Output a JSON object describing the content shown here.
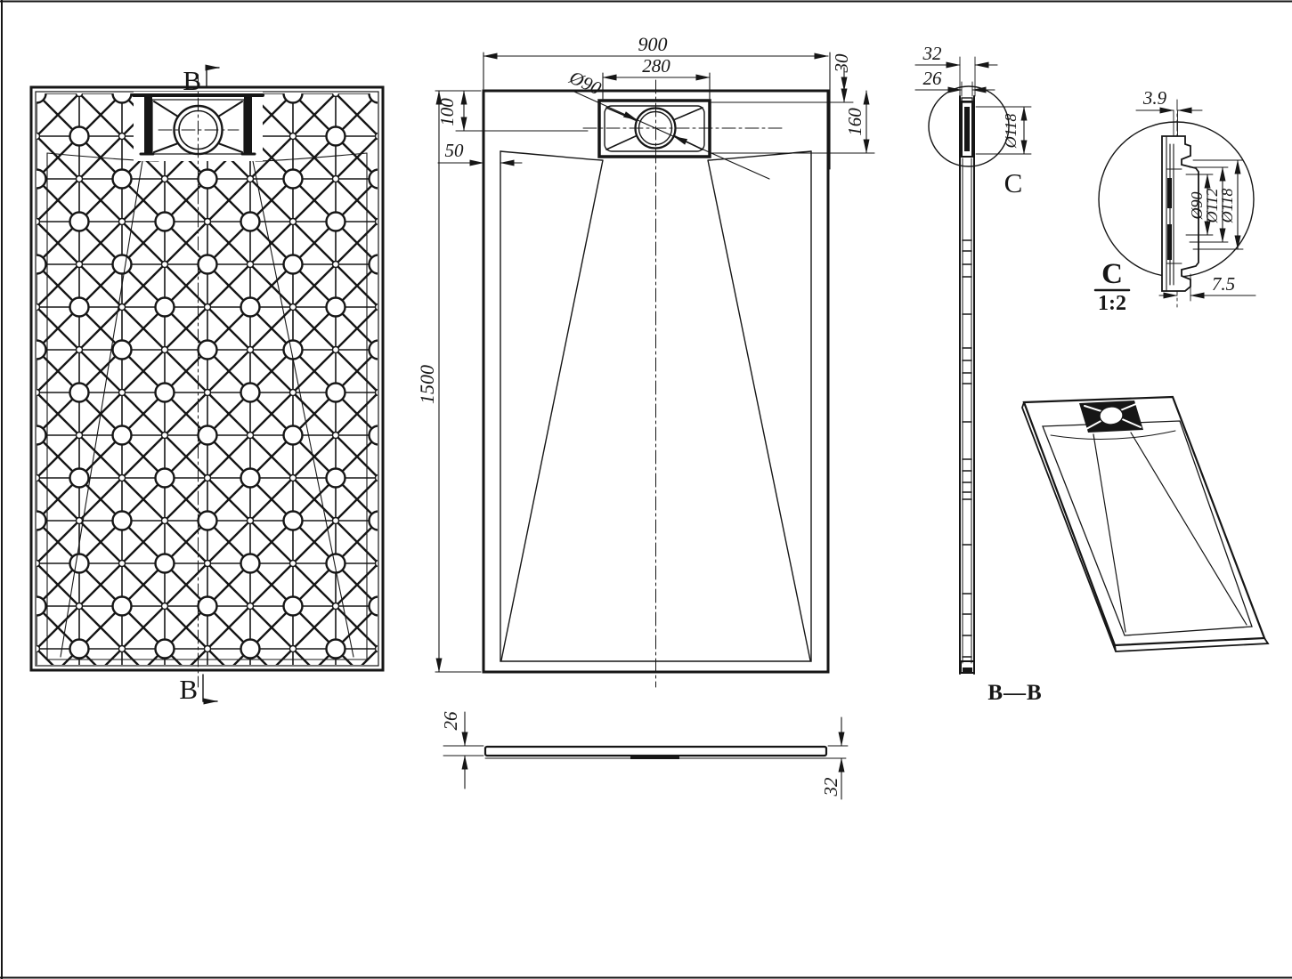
{
  "colors": {
    "line": "#161616",
    "background": "#ffffff"
  },
  "views": {
    "bottom_view": {
      "section_marker_top": "B",
      "section_marker_bottom": "B"
    },
    "plan_view": {
      "dim_width": "900",
      "dim_drain_width": "280",
      "dim_drain_dia": "Ø90",
      "dim_edge_to_drain_top": "30",
      "dim_drain_zone": "160",
      "dim_drain_center": "100",
      "dim_border": "50",
      "dim_length": "1500"
    },
    "profile_view": {
      "dim_thickness_edge": "26",
      "dim_thickness_max": "32"
    },
    "section_view": {
      "dim_thickness_max": "32",
      "dim_thickness_edge": "26",
      "dim_flange_dia": "Ø118",
      "detail_marker": "C",
      "label": "B—B"
    },
    "detail_view": {
      "dim_lip": "3.9",
      "dim_d90": "Ø90",
      "dim_d112": "Ø112",
      "dim_d118": "Ø118",
      "dim_depth": "7.5",
      "ref_letter": "C",
      "ref_scale": "1:2"
    }
  }
}
